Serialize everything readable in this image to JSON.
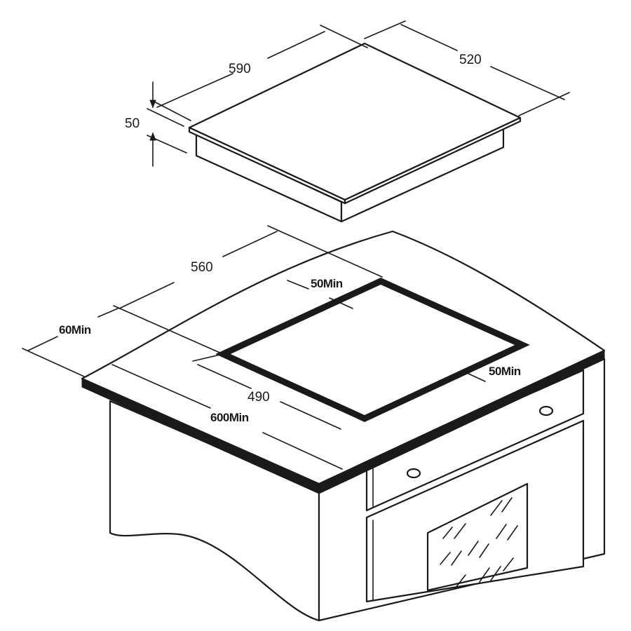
{
  "labels": {
    "hob_width": "590",
    "hob_depth": "520",
    "hob_height": "50",
    "cutout_depth": "560",
    "cutout_width": "490",
    "back_clearance": "50Min",
    "side_clearance": "50Min",
    "front_clearance": "60Min",
    "worktop_width": "600Min"
  }
}
